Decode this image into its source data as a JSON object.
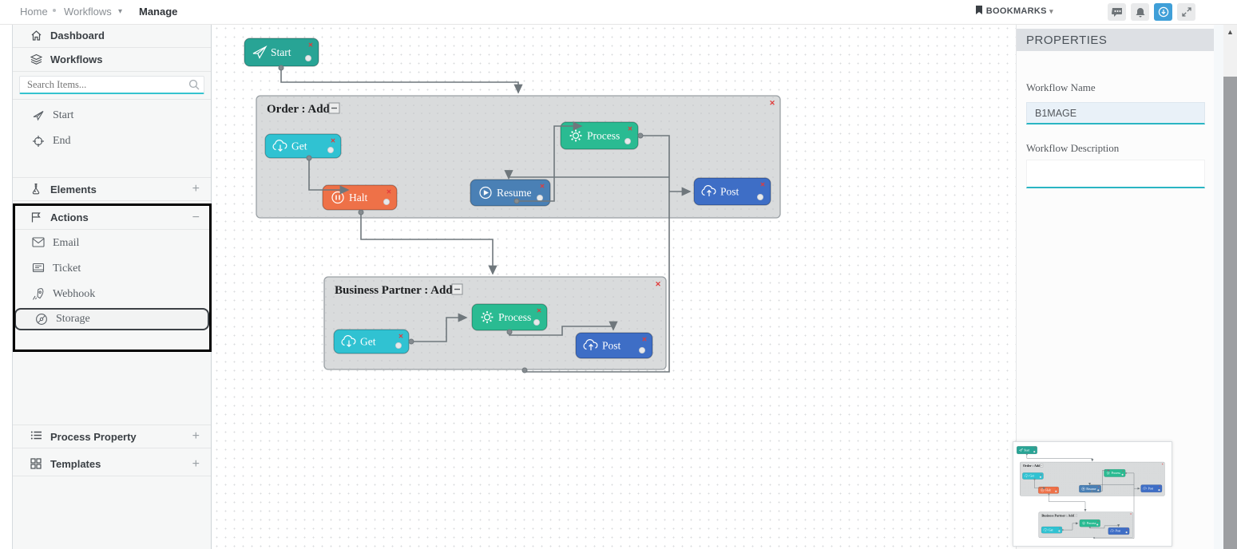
{
  "breadcrumb": {
    "items": [
      "Home",
      "Workflows",
      "Manage"
    ]
  },
  "topbar": {
    "bookmarks_label": "BOOKMARKS"
  },
  "sidebar": {
    "dashboard_label": "Dashboard",
    "workflows_label": "Workflows",
    "search_placeholder": "Search Items...",
    "start_label": "Start",
    "end_label": "End",
    "elements_label": "Elements",
    "elements_toggle": "+",
    "actions_label": "Actions",
    "actions_toggle": "−",
    "action_items": [
      "Email",
      "Ticket",
      "Webhook",
      "Storage"
    ],
    "process_property_label": "Process Property",
    "process_property_toggle": "+",
    "templates_label": "Templates",
    "templates_toggle": "+"
  },
  "properties": {
    "title": "PROPERTIES",
    "workflow_name_label": "Workflow Name",
    "workflow_name_value": "B1MAGE",
    "workflow_description_label": "Workflow Description",
    "workflow_description_value": ""
  },
  "diagram": {
    "groups": [
      {
        "id": "order",
        "title": "Order : Add",
        "collapse_glyph": "−"
      },
      {
        "id": "bp",
        "title": "Business Partner : Add",
        "collapse_glyph": "−"
      }
    ],
    "nodes": [
      {
        "id": "start",
        "label": "Start",
        "kind": "paper-plane",
        "color": "#28a495"
      },
      {
        "id": "order-get",
        "label": "Get",
        "kind": "cloud-down",
        "color": "#30c2d2",
        "group": "order"
      },
      {
        "id": "order-halt",
        "label": "Halt",
        "kind": "pause",
        "color": "#ee7148",
        "group": "order"
      },
      {
        "id": "order-resume",
        "label": "Resume",
        "kind": "play",
        "color": "#4a80b5",
        "group": "order"
      },
      {
        "id": "order-process",
        "label": "Process",
        "kind": "gear",
        "color": "#2abb92",
        "group": "order"
      },
      {
        "id": "order-post",
        "label": "Post",
        "kind": "cloud-up",
        "color": "#3e6ec6",
        "group": "order"
      },
      {
        "id": "bp-get",
        "label": "Get",
        "kind": "cloud-down",
        "color": "#30c2d2",
        "group": "bp"
      },
      {
        "id": "bp-process",
        "label": "Process",
        "kind": "gear",
        "color": "#2abb92",
        "group": "bp"
      },
      {
        "id": "bp-post",
        "label": "Post",
        "kind": "cloud-up",
        "color": "#3e6ec6",
        "group": "bp"
      }
    ]
  },
  "colors": {
    "accent_teal": "#2ab5c3",
    "delete_red": "#e03c3c",
    "edge_gray": "#6f777c",
    "group_gray": "#d9dbdc",
    "selection_black": "#000000",
    "download_button_blue": "#3f9fd8"
  }
}
